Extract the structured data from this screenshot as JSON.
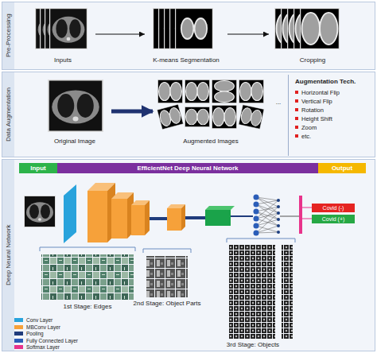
{
  "diagram": {
    "nodes": [
      {
        "text": [
          "Pre-Processing"
        ]
      },
      {
        "text": [
          "Inputs"
        ],
        "in": 0
      },
      {
        "text": [
          "K-means Segmentation"
        ],
        "in": 0
      },
      {
        "text": [
          "Cropping"
        ],
        "in": 0
      },
      {
        "text": [
          "Data Augmentation"
        ]
      },
      {
        "text": [
          "Original Image"
        ],
        "in": 4
      },
      {
        "text": [
          "Augmented Images"
        ],
        "in": 4
      },
      {
        "text": [
          "Augmentation Tech.",
          "Horizontal Flip",
          "Vertical Flip",
          "Rotation",
          "Height Shift",
          "Zoom",
          "etc."
        ],
        "in": 4
      },
      {
        "text": [
          "Deep Neural Network"
        ]
      },
      {
        "text": [
          "Input"
        ],
        "in": 8
      },
      {
        "text": [
          "EfficientNet Deep Neural Network"
        ],
        "in": 8
      },
      {
        "text": [
          "Output"
        ],
        "in": 8
      },
      {
        "text": [
          "Covid (-)"
        ],
        "in": 8
      },
      {
        "text": [
          "Covid (+)"
        ],
        "in": 8
      }
    ],
    "edges": [
      {
        "from": 1,
        "to": 2,
        "arrow": "to"
      },
      {
        "from": 2,
        "to": 3,
        "arrow": "to"
      },
      {
        "from": 5,
        "to": 6,
        "arrow": "to"
      }
    ],
    "labels": [
      "...",
      "1st Stage: Edges",
      "2nd Stage: Object Parts",
      "3rd Stage: Objects"
    ],
    "legend": [
      {
        "text": "Conv Layer",
        "color": "#29a3dc"
      },
      {
        "text": "MBConv Layer",
        "color": "#f6a13a"
      },
      {
        "text": "Pooling",
        "color": "#203c7c"
      },
      {
        "text": "Fully Connected Layer",
        "color": "#2b5db8"
      },
      {
        "text": "Softmax Layer",
        "color": "#e8338b"
      }
    ]
  }
}
